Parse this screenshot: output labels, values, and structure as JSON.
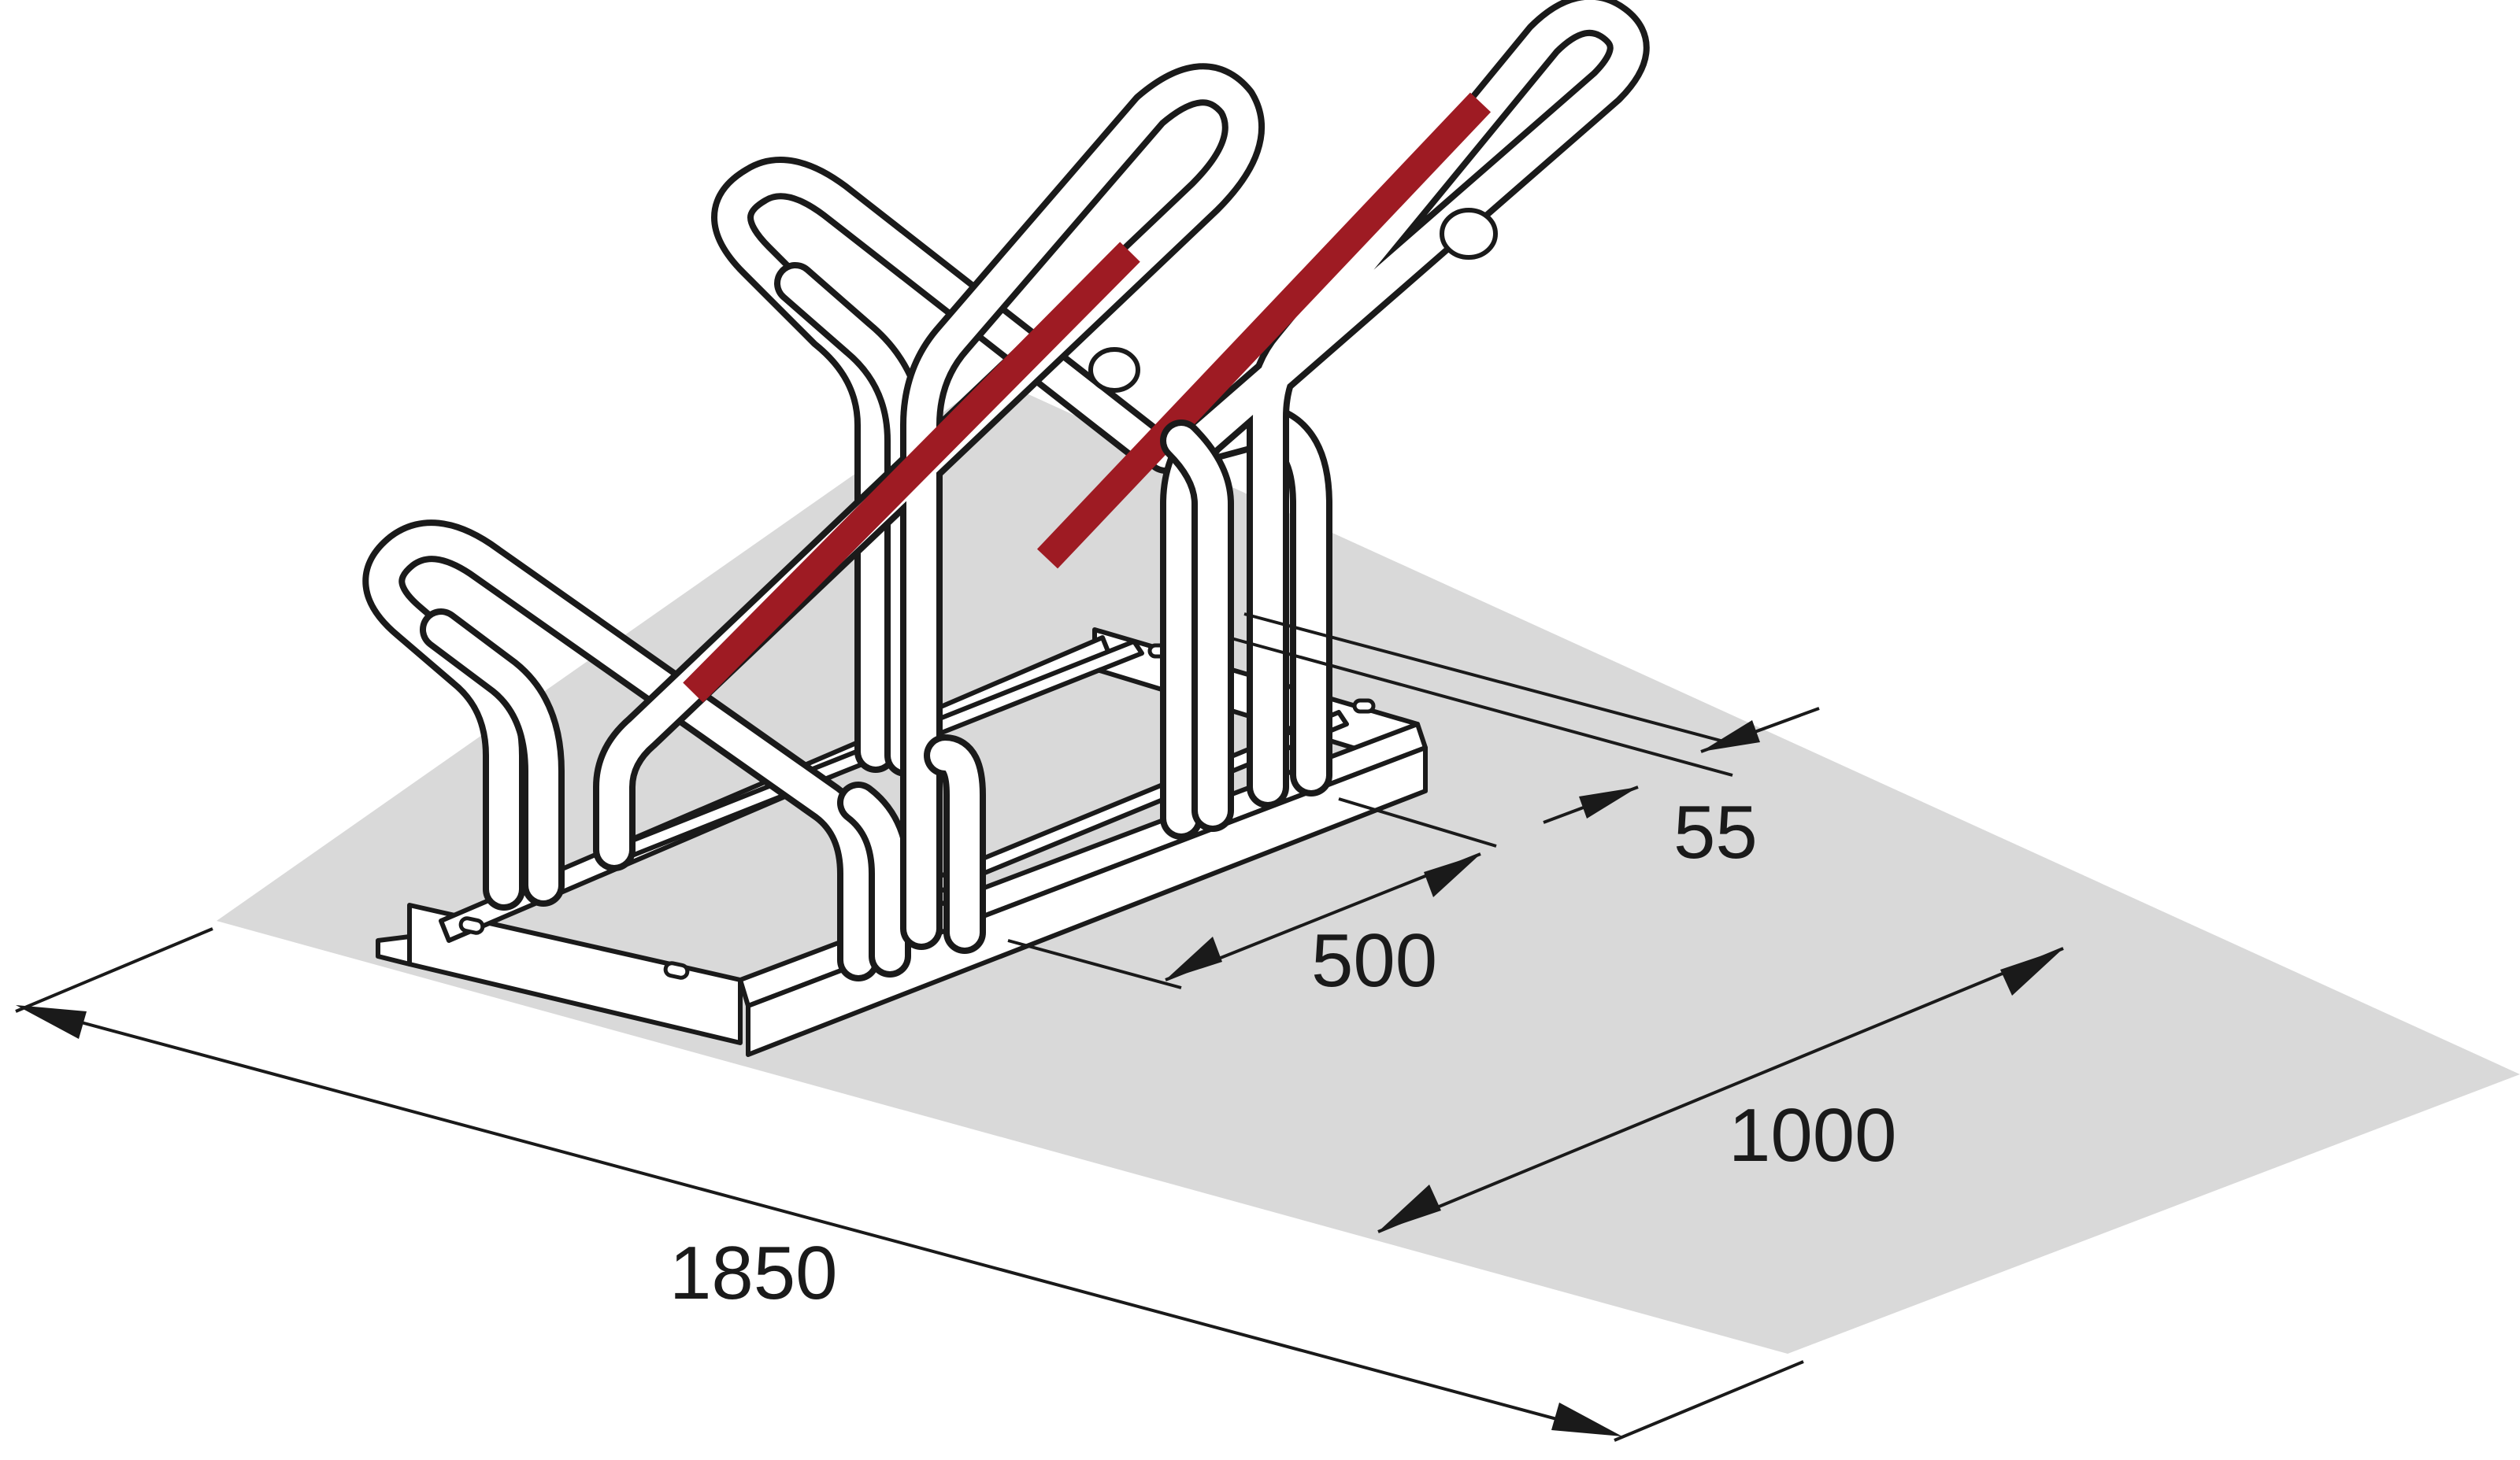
{
  "dimensions": {
    "length": "1850",
    "width": "1000",
    "spacing": "500",
    "tube": "55"
  },
  "colors": {
    "floor": "#d9d9d9",
    "accent": "#9e1b23",
    "line": "#1a1a1a",
    "background": "#ffffff"
  }
}
